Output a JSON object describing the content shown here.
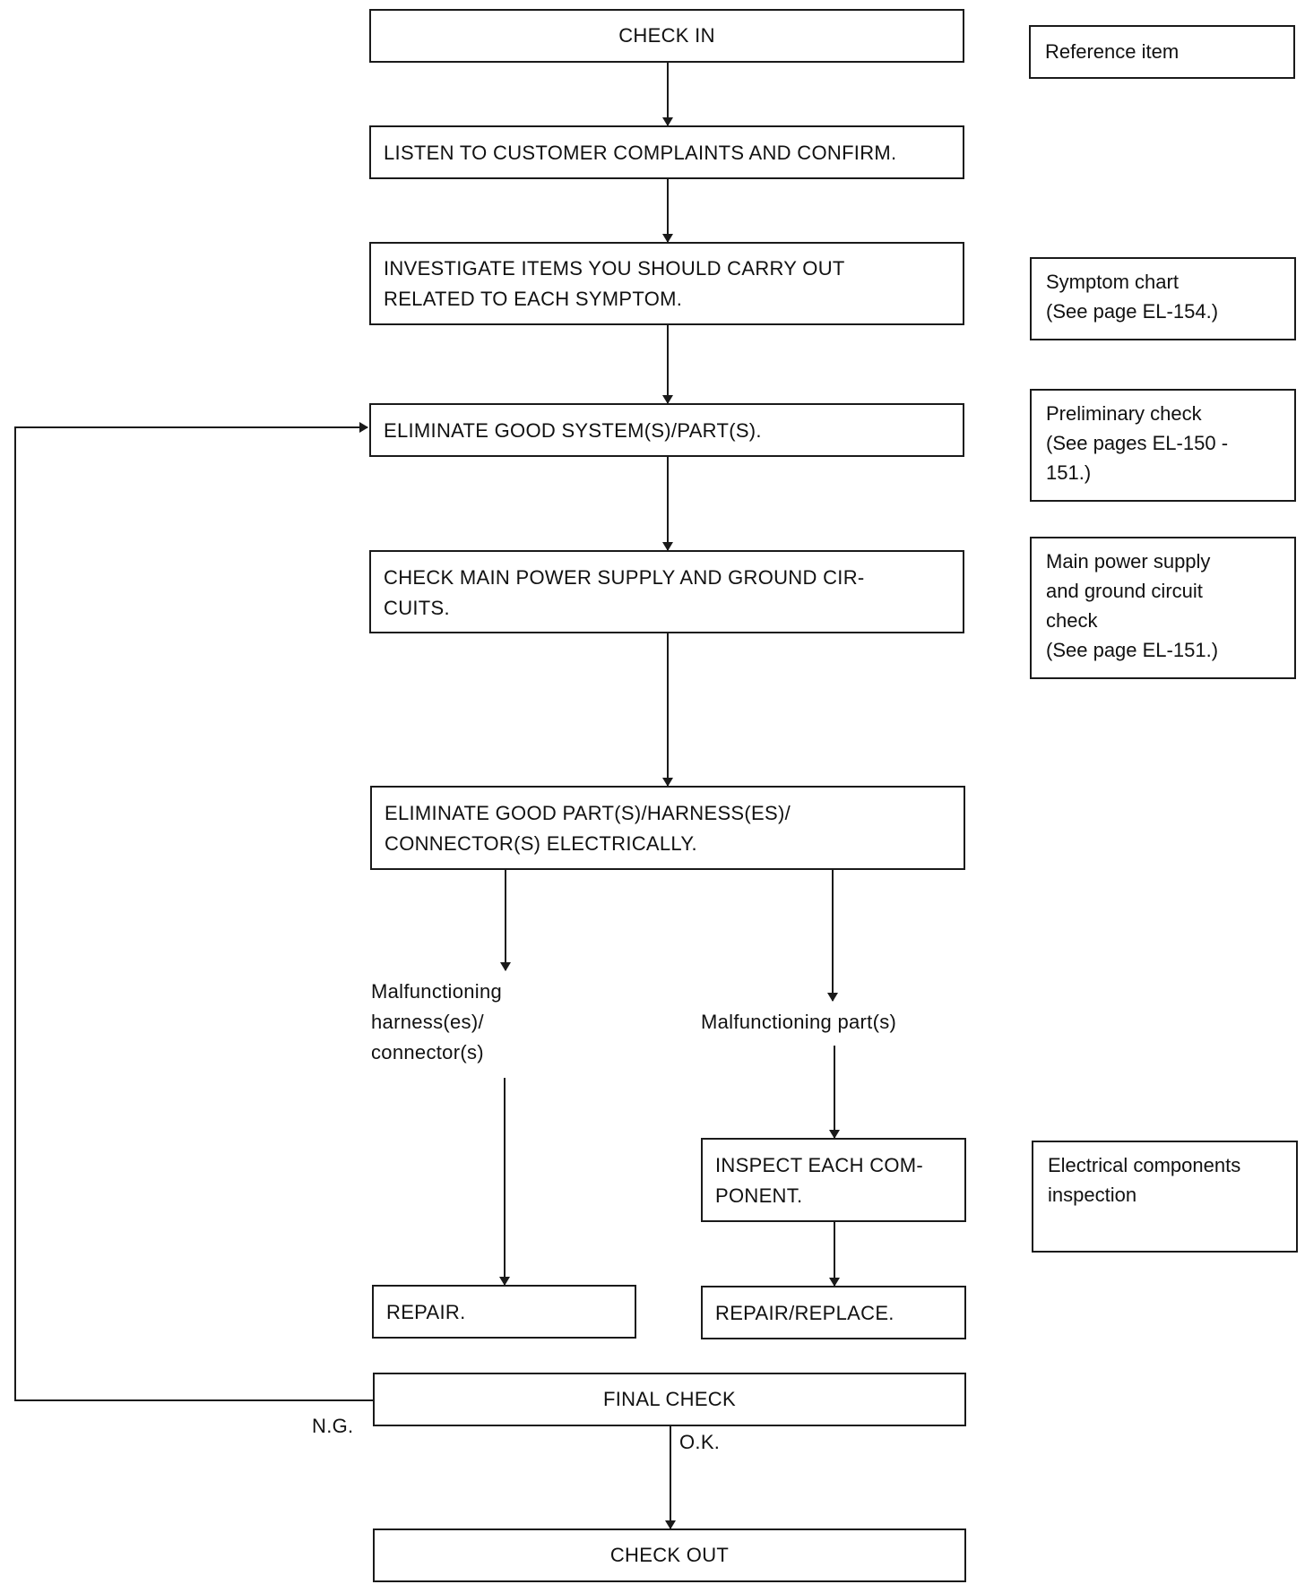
{
  "flow": {
    "check_in": "CHECK IN",
    "listen": "LISTEN TO CUSTOMER COMPLAINTS AND CONFIRM.",
    "investigate": "INVESTIGATE ITEMS YOU SHOULD CARRY OUT\nRELATED TO EACH SYMPTOM.",
    "eliminate_systems": "ELIMINATE GOOD SYSTEM(S)/PART(S).",
    "check_power": "CHECK MAIN POWER SUPPLY AND GROUND CIR-\nCUITS.",
    "eliminate_electrical": "ELIMINATE GOOD PART(S)/HARNESS(ES)/\nCONNECTOR(S) ELECTRICALLY.",
    "malfunctioning_harness": "Malfunctioning\nharness(es)/\nconnector(s)",
    "malfunctioning_parts": "Malfunctioning part(s)",
    "inspect_component": "INSPECT EACH COM-\nPONENT.",
    "repair": "REPAIR.",
    "repair_replace": "REPAIR/REPLACE.",
    "final_check": "FINAL CHECK",
    "ng_label": "N.G.",
    "ok_label": "O.K.",
    "check_out": "CHECK OUT"
  },
  "references": {
    "header": "Reference item",
    "symptom_chart": "Symptom chart\n(See page EL-154.)",
    "preliminary_check": "Preliminary check\n(See pages EL-150 -\n151.)",
    "power_ground_check": "Main power supply\nand ground circuit\ncheck\n(See page EL-151.)",
    "electrical_inspection": "Electrical components\ninspection"
  }
}
